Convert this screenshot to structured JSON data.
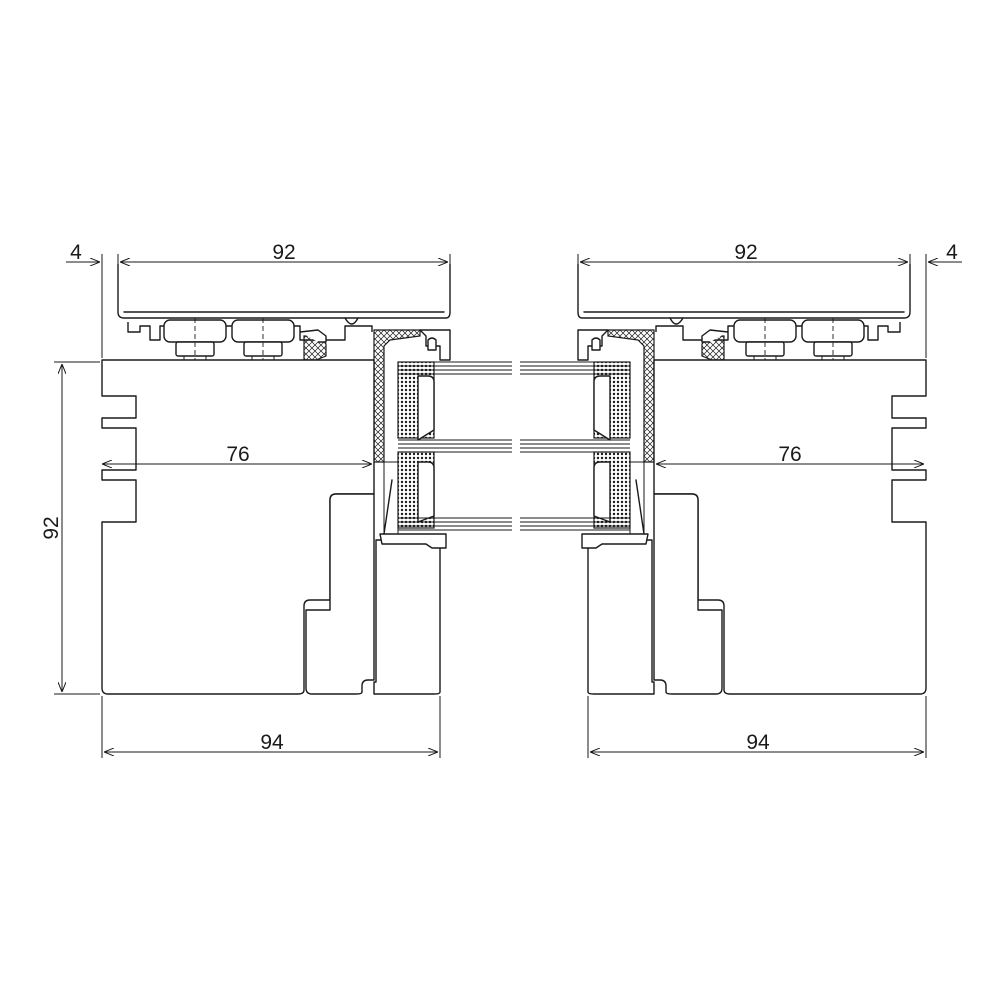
{
  "dimensions": {
    "left_offset": "4",
    "left_top_width": "92",
    "right_top_width": "92",
    "right_offset": "4",
    "left_height": "92",
    "left_inner": "76",
    "right_inner": "76",
    "left_bottom_width": "94",
    "right_bottom_width": "94"
  }
}
